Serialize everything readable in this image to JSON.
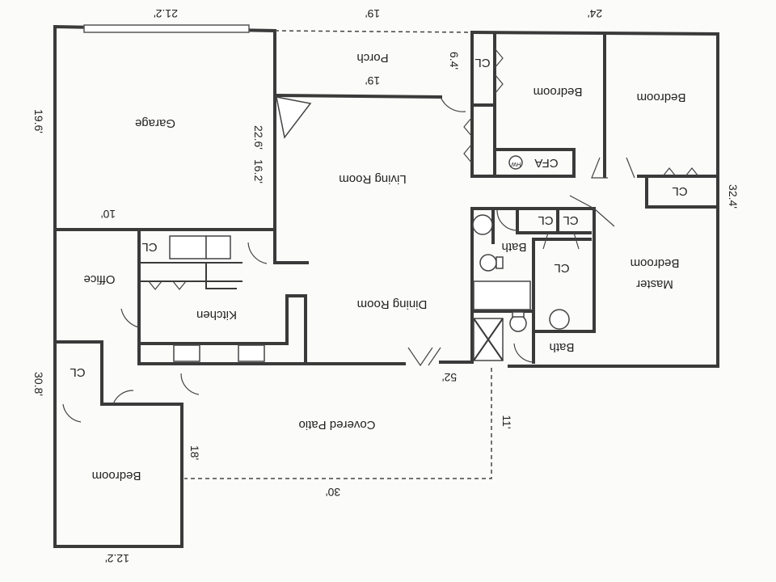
{
  "rooms": {
    "garage": "Garage",
    "porch": "Porch",
    "living_room": "Living Room",
    "dining_room": "Dining Room",
    "kitchen": "Kitchen",
    "office": "Office",
    "bedroom_top_center": "Bedroom",
    "bedroom_top_right": "Bedroom",
    "bedroom_bottom_left": "Bedroom",
    "master_bedroom_line1": "Master",
    "master_bedroom_line2": "Bedroom",
    "bath_upper": "Bath",
    "bath_lower": "Bath",
    "covered_patio": "Covered Patio",
    "cfa": "CFA",
    "hw": "HW",
    "closets": [
      "CL",
      "CL",
      "CL",
      "CL",
      "CL",
      "CL",
      "CL"
    ]
  },
  "dimensions": {
    "garage_width": "21.2'",
    "garage_height": "19.6'",
    "garage_side": "10'",
    "porch_outer": "19'",
    "porch_inner": "19'",
    "porch_depth": "6.4'",
    "living_a": "22.6'",
    "living_b": "16.2'",
    "wing_width": "24'",
    "wing_depth": "32.4'",
    "overall_left": "30.8'",
    "house_width": "52'",
    "patio_depth": "11'",
    "patio_width": "30'",
    "bedroom_depth": "18'",
    "bedroom_width": "12.2'"
  }
}
